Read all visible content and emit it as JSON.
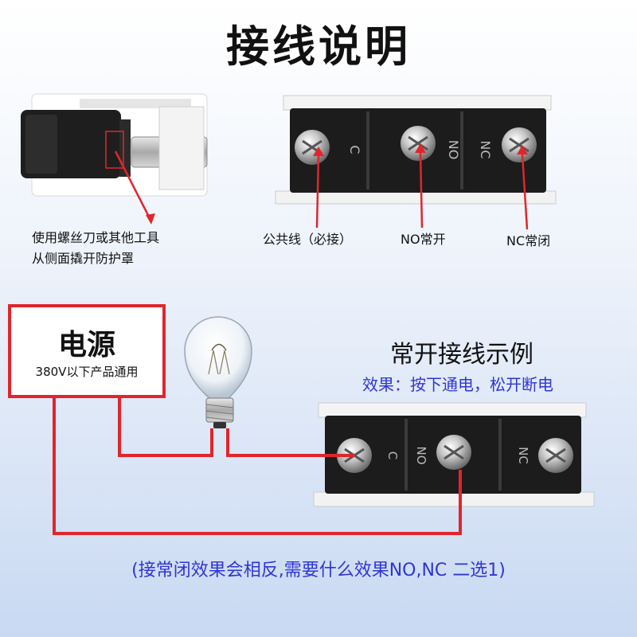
{
  "title": "接线说明",
  "step1": {
    "caption_line1": "使用螺丝刀或其他工具",
    "caption_line2": "从侧面撬开防护罩"
  },
  "terminals": {
    "c_mark": "C",
    "no_mark": "NO",
    "nc_mark": "NC",
    "c_caption": "公共线（必接）",
    "no_caption": "NO常开",
    "nc_caption": "NC常闭"
  },
  "power": {
    "title": "电源",
    "subtitle": "380V以下产品通用"
  },
  "demo": {
    "title": "常开接线示例",
    "effect": "效果：按下通电，松开断电"
  },
  "note": "(接常闭效果会相反,需要什么效果NO,NC 二选1)",
  "colors": {
    "wire": "#e0262c",
    "effect_text": "#2f35d8",
    "terminal_block": "#1c1c1c"
  }
}
